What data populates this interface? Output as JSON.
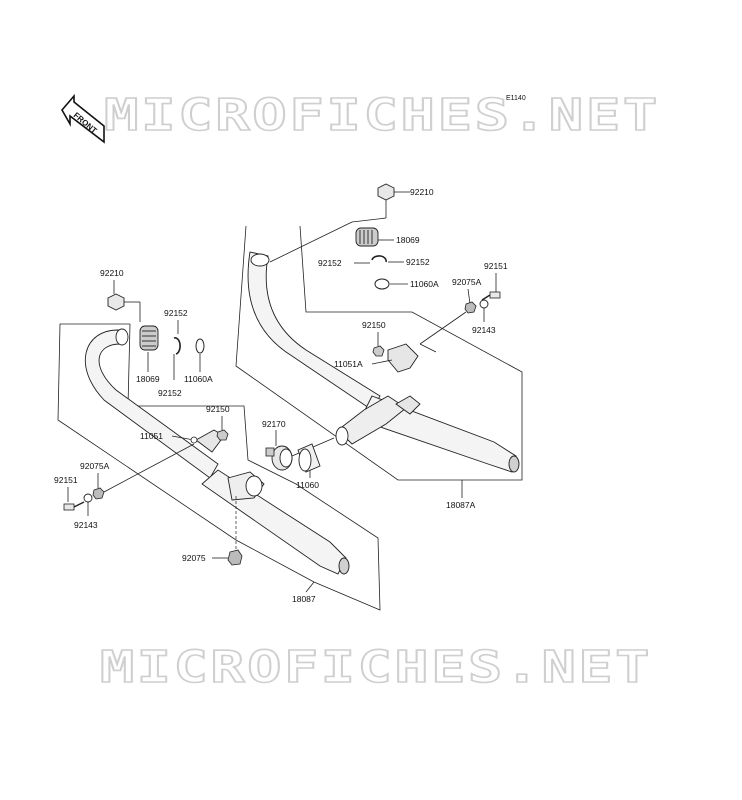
{
  "diagram_code": "E1140",
  "front_label": "FRONT",
  "watermark": "MICROFICHES.NET",
  "colors": {
    "line": "#222222",
    "part_fill": "#f4f4f4",
    "shade": "#d0d0d0",
    "watermark": "#cfcfcf"
  },
  "parts": {
    "p92210_top": "92210",
    "p18069_top": "18069",
    "p92152_top_l": "92152",
    "p92152_top_r": "92152",
    "p11060A_top": "11060A",
    "p92075A_right": "92075A",
    "p92151_right": "92151",
    "p92143_right": "92143",
    "p92150_top": "92150",
    "p11051A": "11051A",
    "p92210_left": "92210",
    "p92152_left_top": "92152",
    "p18069_left": "18069",
    "p11060A_left": "11060A",
    "p92152_left_bot": "92152",
    "p92150_mid": "92150",
    "p11051": "11051",
    "p92170": "92170",
    "p11060": "11060",
    "p18087A": "18087A",
    "p92075A_left": "92075A",
    "p92151_left": "92151",
    "p92143_left": "92143",
    "p92075": "92075",
    "p18087": "18087"
  }
}
